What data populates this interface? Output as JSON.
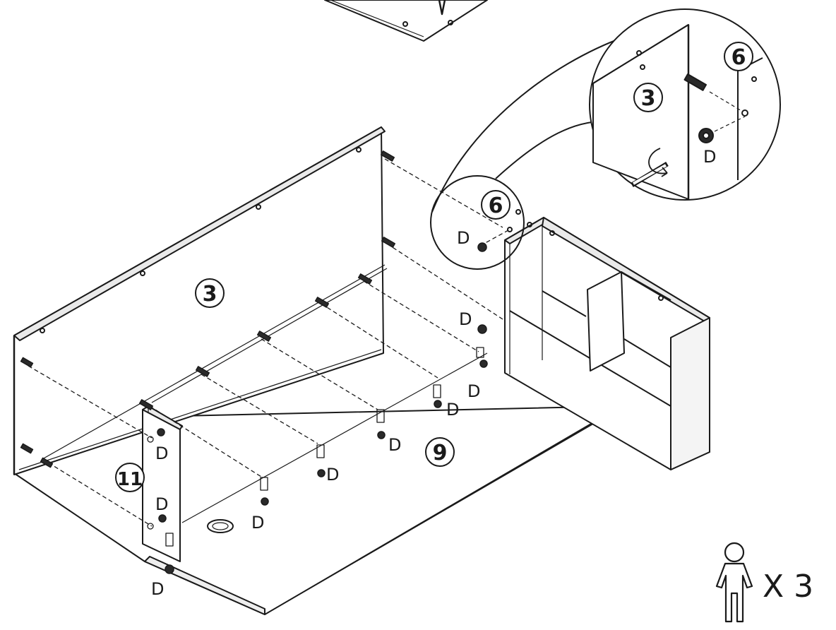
{
  "diagram": {
    "part_labels": [
      "3",
      "6",
      "9",
      "11"
    ],
    "detail_part_labels": [
      "3",
      "6"
    ],
    "hardware_label": "D",
    "people_count": "X 3",
    "colors": {
      "line": "#1a1a1a",
      "panel": "#ffffff",
      "edge": "#e8e8e8",
      "hardware": "#2a2a2a"
    }
  }
}
